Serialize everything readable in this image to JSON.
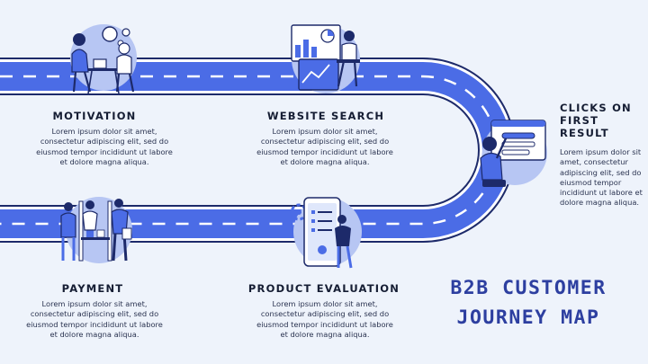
{
  "title": "B2B CUSTOMER JOURNEY MAP",
  "colors": {
    "road": "#4b6ce6",
    "road_edge": "#1d2a6a",
    "lane": "#ffffff",
    "accent": "#4b6ce6",
    "title": "#2d3fa0",
    "background": "#eef3fb"
  },
  "stages": [
    {
      "title": "MOTIVATION",
      "description": "Lorem ipsum dolor sit amet, consectetur adipiscing elit, sed do eiusmod tempor incididunt ut labore et dolore magna aliqua.",
      "icon": "meeting-illustration"
    },
    {
      "title": "WEBSITE SEARCH",
      "description": "Lorem ipsum dolor sit amet, consectetur adipiscing elit, sed do eiusmod tempor incididunt ut labore et dolore magna aliqua.",
      "icon": "analytics-illustration"
    },
    {
      "title": "CLICKS ON FIRST RESULT",
      "description": "Lorem ipsum dolor sit amet, consectetur adipiscing elit, sed do eiusmod tempor incididunt ut labore et dolore magna aliqua.",
      "icon": "search-click-illustration"
    },
    {
      "title": "PRODUCT EVALUATION",
      "description": "Lorem ipsum dolor sit amet, consectetur adipiscing elit, sed do eiusmod tempor incididunt ut labore et dolore magna aliqua.",
      "icon": "phone-evaluation-illustration"
    },
    {
      "title": "PAYMENT",
      "description": "Lorem ipsum dolor sit amet, consectetur adipiscing elit, sed do eiusmod tempor incididunt ut labore et dolore magna aliqua.",
      "icon": "shopping-payment-illustration"
    }
  ]
}
